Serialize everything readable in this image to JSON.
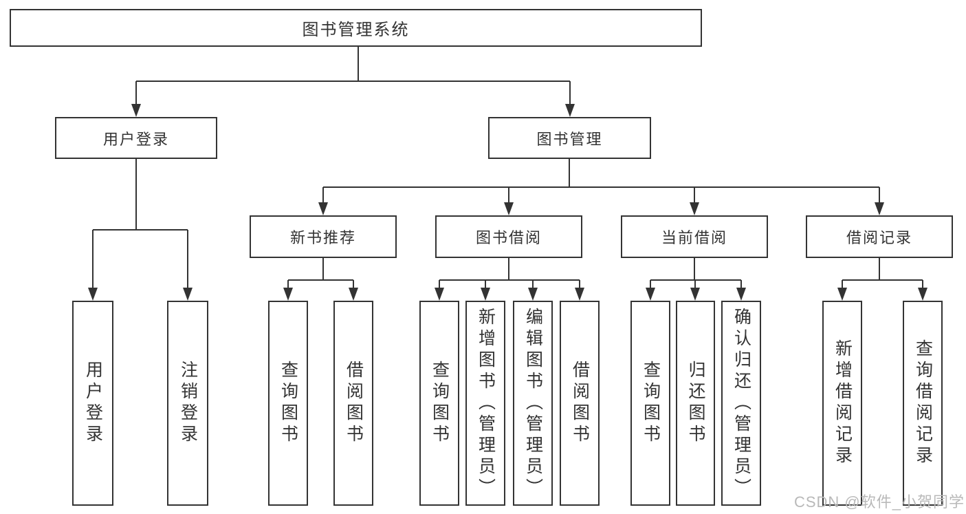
{
  "tree": {
    "root": "图书管理系统",
    "branches": [
      {
        "label": "用户登录",
        "children": [
          "用户登录",
          "注销登录"
        ]
      },
      {
        "label": "图书管理",
        "groups": [
          {
            "label": "新书推荐",
            "children": [
              "查询图书",
              "借阅图书"
            ]
          },
          {
            "label": "图书借阅",
            "children": [
              "查询图书",
              "新增图书（管理员）",
              "编辑图书（管理员）",
              "借阅图书"
            ]
          },
          {
            "label": "当前借阅",
            "children": [
              "查询图书",
              "归还图书",
              "确认归还（管理员）"
            ]
          },
          {
            "label": "借阅记录",
            "children": [
              "新增借阅记录",
              "查询借阅记录"
            ]
          }
        ]
      }
    ]
  },
  "watermark": {
    "text": "CSDN @软件_小贺同学"
  },
  "colors": {
    "line": "#333333",
    "text": "#333333",
    "background": "#ffffff",
    "watermark": "#b9b9b9"
  }
}
